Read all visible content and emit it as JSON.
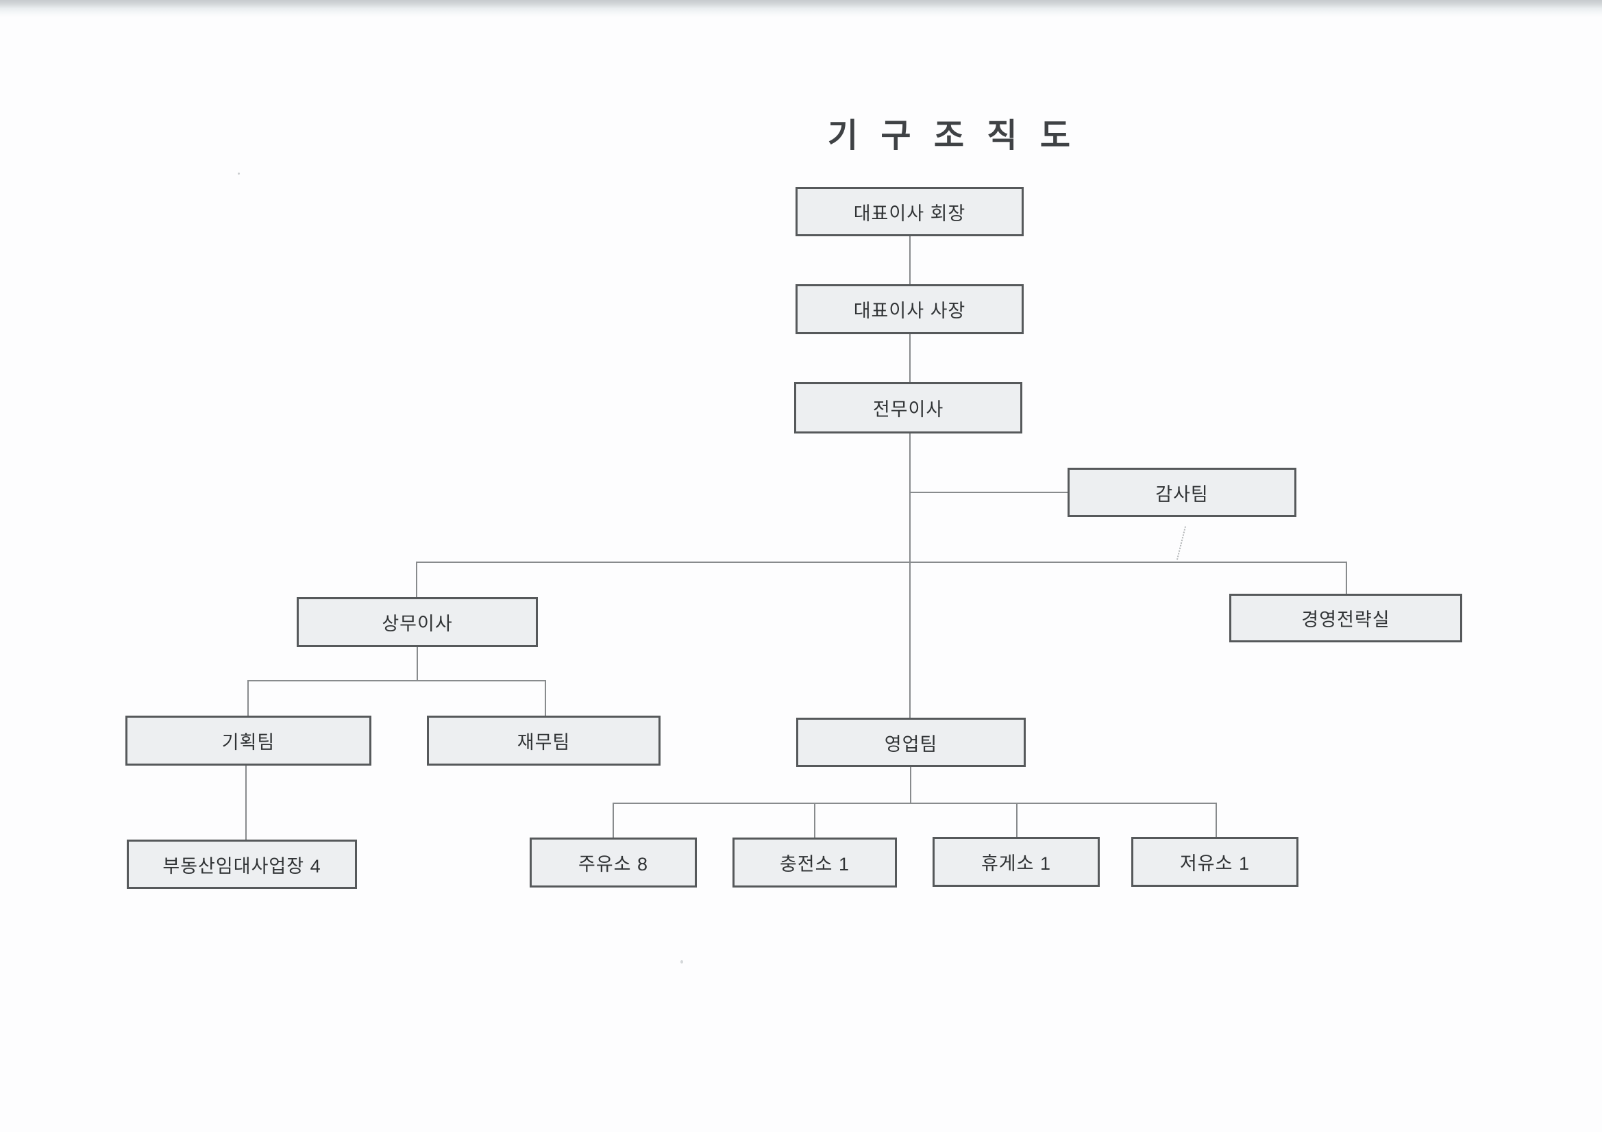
{
  "title": "기 구 조 직 도",
  "org_chart": {
    "nodes": [
      {
        "id": "ceo-chairman",
        "label": "대표이사 회장"
      },
      {
        "id": "ceo-president",
        "label": "대표이사 사장"
      },
      {
        "id": "executive-director",
        "label": "전무이사"
      },
      {
        "id": "audit-team",
        "label": "감사팀"
      },
      {
        "id": "managing-director",
        "label": "상무이사"
      },
      {
        "id": "strategy-office",
        "label": "경영전략실"
      },
      {
        "id": "planning-team",
        "label": "기획팀"
      },
      {
        "id": "finance-team",
        "label": "재무팀"
      },
      {
        "id": "sales-team",
        "label": "영업팀"
      },
      {
        "id": "real-estate-rental-sites",
        "label": "부동산임대사업장 4"
      },
      {
        "id": "gas-stations",
        "label": "주유소 8"
      },
      {
        "id": "charging-stations",
        "label": "충전소 1"
      },
      {
        "id": "rest-areas",
        "label": "휴게소 1"
      },
      {
        "id": "oil-depots",
        "label": "저유소 1"
      }
    ],
    "hierarchy": [
      {
        "parent": "ceo-chairman",
        "children": [
          "ceo-president"
        ]
      },
      {
        "parent": "ceo-president",
        "children": [
          "executive-director"
        ]
      },
      {
        "parent": "executive-director",
        "children": [
          "audit-team",
          "managing-director",
          "sales-team",
          "strategy-office"
        ]
      },
      {
        "parent": "managing-director",
        "children": [
          "planning-team",
          "finance-team"
        ]
      },
      {
        "parent": "planning-team",
        "children": [
          "real-estate-rental-sites"
        ]
      },
      {
        "parent": "sales-team",
        "children": [
          "gas-stations",
          "charging-stations",
          "rest-areas",
          "oil-depots"
        ]
      }
    ]
  },
  "colors": {
    "node_fill": "#edeff1",
    "node_border": "#56595b",
    "connector": "#888b8d",
    "title_text": "#3f4245",
    "node_text": "#303335",
    "paper": "#fdfdfd"
  }
}
